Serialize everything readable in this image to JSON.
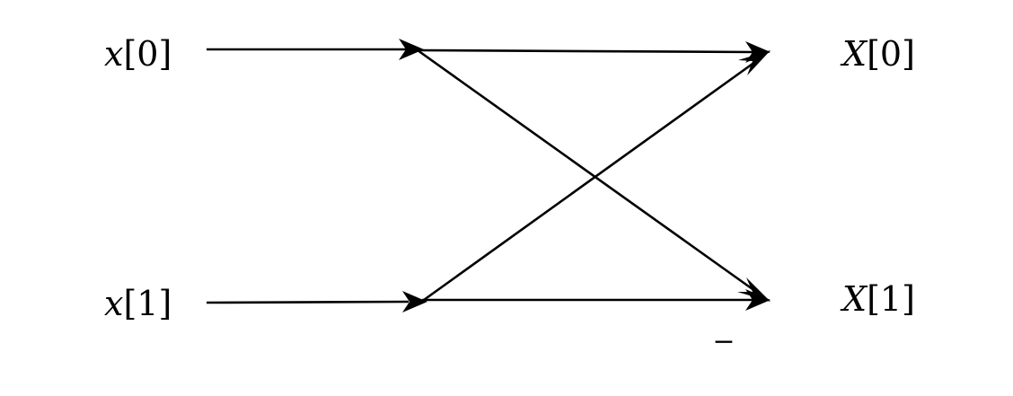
{
  "inputs": [
    {
      "var": "x",
      "index": "0"
    },
    {
      "var": "x",
      "index": "1"
    }
  ],
  "outputs": [
    {
      "var": "X",
      "index": "0"
    },
    {
      "var": "X",
      "index": "1"
    }
  ],
  "minus_sign": "−"
}
